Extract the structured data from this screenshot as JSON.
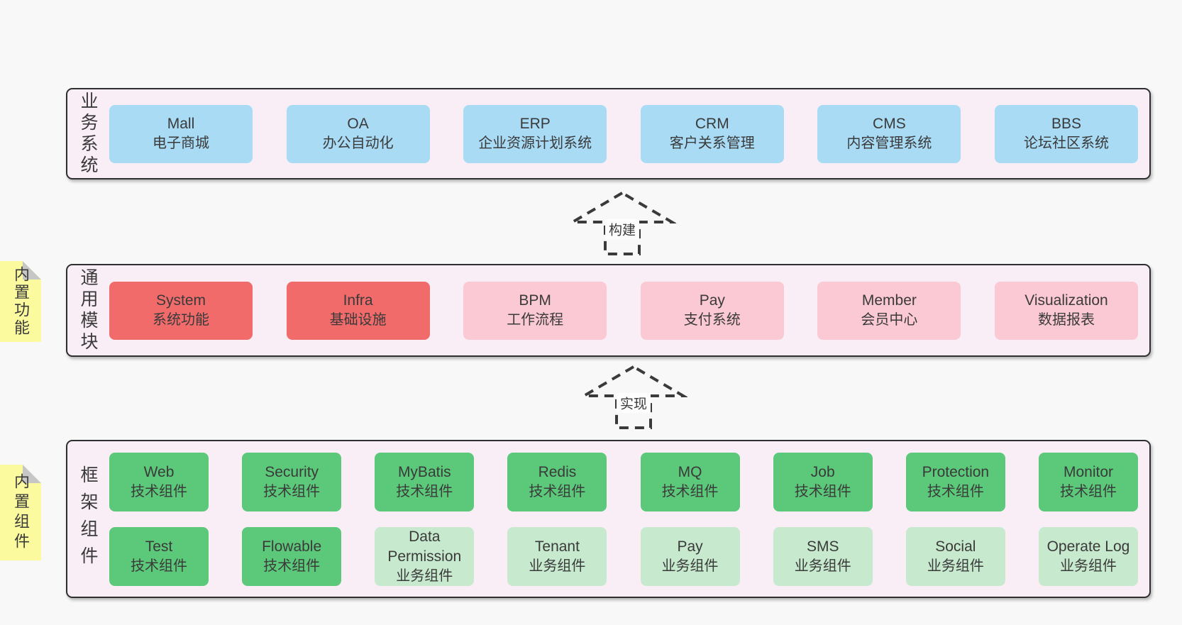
{
  "palette": {
    "page_bg": "#f8f8f8",
    "layer_bg": "#f9edf6",
    "layer_border": "#2f2f2f",
    "blue_box": "#a9dbf5",
    "red_box": "#f26b6b",
    "pink_box": "#fbc9d3",
    "green_dark_box": "#5cc97a",
    "green_light_box": "#c7eacf",
    "sticky_note": "#fbfa9e",
    "note_fold": "#c6c6c6",
    "text": "#3a3a3a"
  },
  "arrows": [
    {
      "label": "构建"
    },
    {
      "label": "实现"
    }
  ],
  "layers": {
    "business": {
      "label": "业务系统",
      "boxes": [
        {
          "title": "Mall",
          "subtitle": "电子商城"
        },
        {
          "title": "OA",
          "subtitle": "办公自动化"
        },
        {
          "title": "ERP",
          "subtitle": "企业资源计划系统"
        },
        {
          "title": "CRM",
          "subtitle": "客户关系管理"
        },
        {
          "title": "CMS",
          "subtitle": "内容管理系统"
        },
        {
          "title": "BBS",
          "subtitle": "论坛社区系统"
        }
      ]
    },
    "modules": {
      "label": "通用模块",
      "note": "内置功能",
      "boxes": [
        {
          "title": "System",
          "subtitle": "系统功能",
          "variant": "red"
        },
        {
          "title": "Infra",
          "subtitle": "基础设施",
          "variant": "red"
        },
        {
          "title": "BPM",
          "subtitle": "工作流程",
          "variant": "pink"
        },
        {
          "title": "Pay",
          "subtitle": "支付系统",
          "variant": "pink"
        },
        {
          "title": "Member",
          "subtitle": "会员中心",
          "variant": "pink"
        },
        {
          "title": "Visualization",
          "subtitle": "数据报表",
          "variant": "pink"
        }
      ]
    },
    "framework": {
      "label": "框架组件",
      "note": "内置组件",
      "rows": [
        [
          {
            "title": "Web",
            "subtitle": "技术组件",
            "variant": "green-dark"
          },
          {
            "title": "Security",
            "subtitle": "技术组件",
            "variant": "green-dark"
          },
          {
            "title": "MyBatis",
            "subtitle": "技术组件",
            "variant": "green-dark"
          },
          {
            "title": "Redis",
            "subtitle": "技术组件",
            "variant": "green-dark"
          },
          {
            "title": "MQ",
            "subtitle": "技术组件",
            "variant": "green-dark"
          },
          {
            "title": "Job",
            "subtitle": "技术组件",
            "variant": "green-dark"
          },
          {
            "title": "Protection",
            "subtitle": "技术组件",
            "variant": "green-dark"
          },
          {
            "title": "Monitor",
            "subtitle": "技术组件",
            "variant": "green-dark"
          }
        ],
        [
          {
            "title": "Test",
            "subtitle": "技术组件",
            "variant": "green-dark"
          },
          {
            "title": "Flowable",
            "subtitle": "技术组件",
            "variant": "green-dark"
          },
          {
            "title": "Data Permission",
            "subtitle": "业务组件",
            "variant": "green-light"
          },
          {
            "title": "Tenant",
            "subtitle": "业务组件",
            "variant": "green-light"
          },
          {
            "title": "Pay",
            "subtitle": "业务组件",
            "variant": "green-light"
          },
          {
            "title": "SMS",
            "subtitle": "业务组件",
            "variant": "green-light"
          },
          {
            "title": "Social",
            "subtitle": "业务组件",
            "variant": "green-light"
          },
          {
            "title": "Operate Log",
            "subtitle": "业务组件",
            "variant": "green-light"
          }
        ]
      ]
    }
  }
}
